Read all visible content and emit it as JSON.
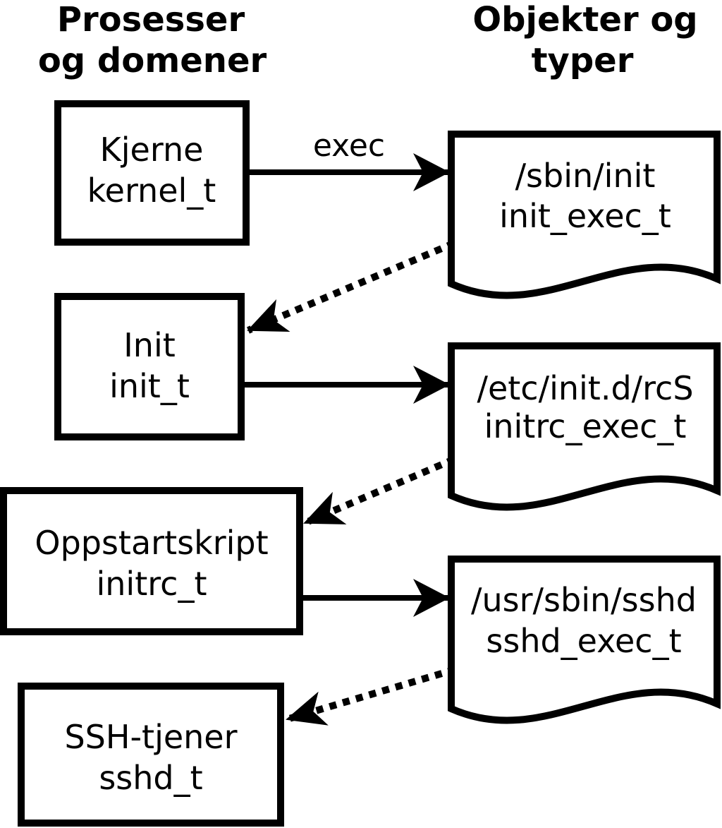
{
  "colors": {
    "ink": "#000000",
    "background": "#ffffff"
  },
  "column_headers": {
    "left": {
      "line1": "Prosesser",
      "line2": "og domener"
    },
    "right": {
      "line1": "Objekter og",
      "line2": "typer"
    }
  },
  "process_nodes": [
    {
      "name": "Kjerne",
      "domain": "kernel_t"
    },
    {
      "name": "Init",
      "domain": "init_t"
    },
    {
      "name": "Oppstartskript",
      "domain": "initrc_t"
    },
    {
      "name": "SSH-tjener",
      "domain": "sshd_t"
    }
  ],
  "object_nodes": [
    {
      "path": "/sbin/init",
      "type": "init_exec_t"
    },
    {
      "path": "/etc/init.d/rcS",
      "type": "initrc_exec_t"
    },
    {
      "path": "/usr/sbin/sshd",
      "type": "sshd_exec_t"
    }
  ],
  "edges": {
    "exec_label": "exec"
  }
}
